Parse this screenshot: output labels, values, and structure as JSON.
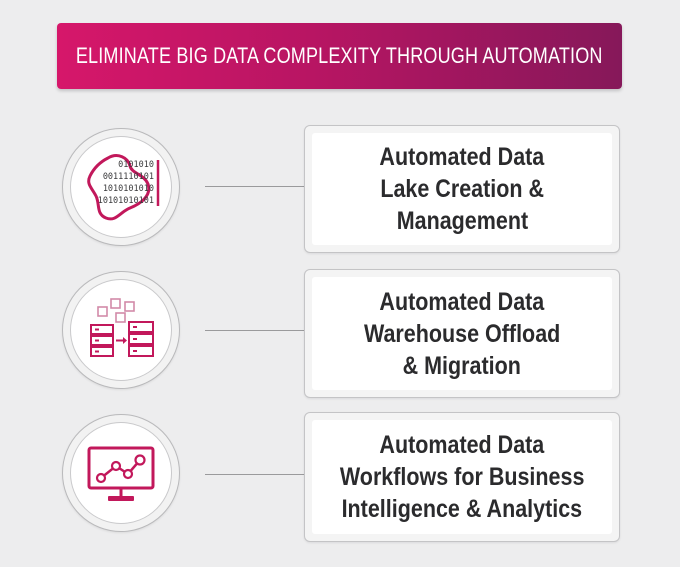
{
  "banner": {
    "title": "ELIMINATE BIG DATA COMPLEXITY THROUGH AUTOMATION"
  },
  "colors": {
    "accent": "#c2185b",
    "accent_dark": "#86185a",
    "text": "#2b2b2d",
    "background": "#ededee"
  },
  "items": [
    {
      "icon": "data-lake-icon",
      "binary_lines": [
        "0101010",
        "0011110101",
        "1010101010",
        "10101010101"
      ],
      "lines": [
        "Automated Data",
        "Lake Creation &",
        "Management"
      ]
    },
    {
      "icon": "warehouse-migration-icon",
      "lines": [
        "Automated Data",
        "Warehouse Offload",
        "& Migration"
      ]
    },
    {
      "icon": "analytics-monitor-icon",
      "lines": [
        "Automated Data",
        "Workflows for Business",
        "Intelligence & Analytics"
      ]
    }
  ]
}
